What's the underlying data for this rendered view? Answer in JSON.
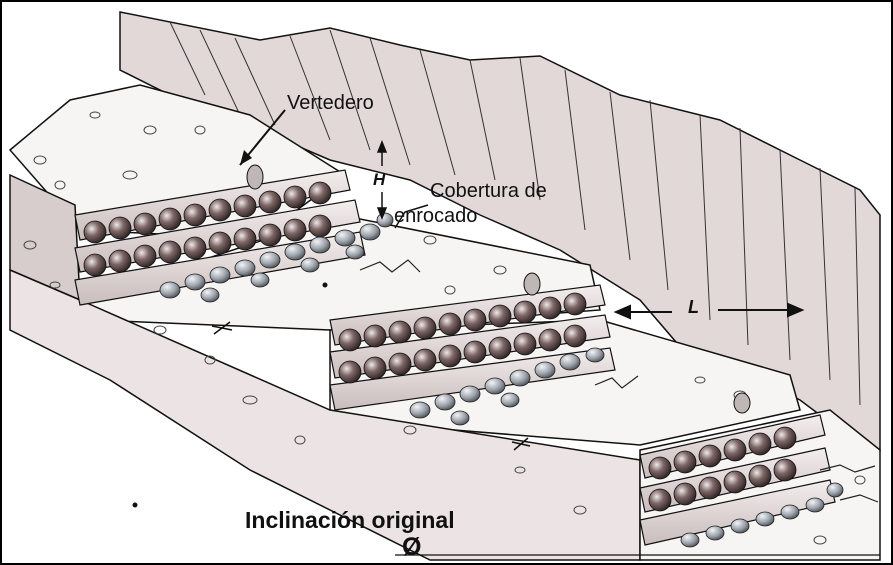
{
  "labels": {
    "vertedero": "Vertedero",
    "cobertura_line1": "Cobertura de",
    "cobertura_line2": "enrocado",
    "h": "H",
    "l": "L",
    "inclinacion": "Inclinación original",
    "phi": "Ø"
  },
  "colors": {
    "border": "#000000",
    "hillside": "#e3d8d8",
    "fill_soil": "#f7f4f4",
    "side_face": "#d8cdcd",
    "log": "#e6dede",
    "round_log_dark": "#6b5555",
    "rock": "#9aa0a8"
  }
}
